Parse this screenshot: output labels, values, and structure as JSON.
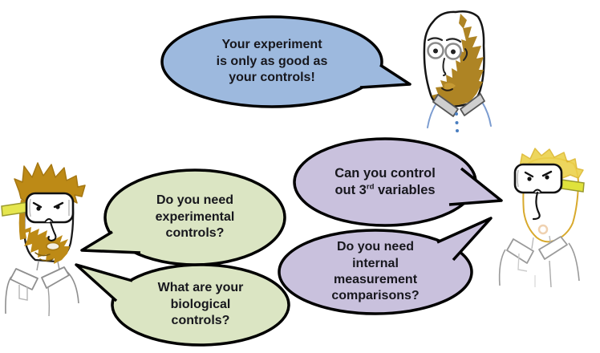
{
  "colors": {
    "blue_bubble": "#9db9de",
    "green_bubble": "#dbe5c3",
    "purple_bubble": "#c9c1dd",
    "bubble_outline": "#000000",
    "text": "#17171d"
  },
  "bubbles": {
    "experiment": {
      "lines": [
        "Your experiment",
        "is only as good as",
        "your controls!"
      ]
    },
    "experimental_controls": {
      "lines": [
        "Do you need",
        "experimental",
        "controls?"
      ]
    },
    "biological_controls": {
      "lines": [
        "What are your",
        "biological",
        "controls?"
      ]
    },
    "third_variables": {
      "line1": "Can you control",
      "line2_pre": "out 3",
      "line2_sup": "rd",
      "line2_post": " variables"
    },
    "internal_comparisons": {
      "lines": [
        "Do you need",
        "internal",
        "measurement",
        "comparisons?"
      ]
    }
  }
}
